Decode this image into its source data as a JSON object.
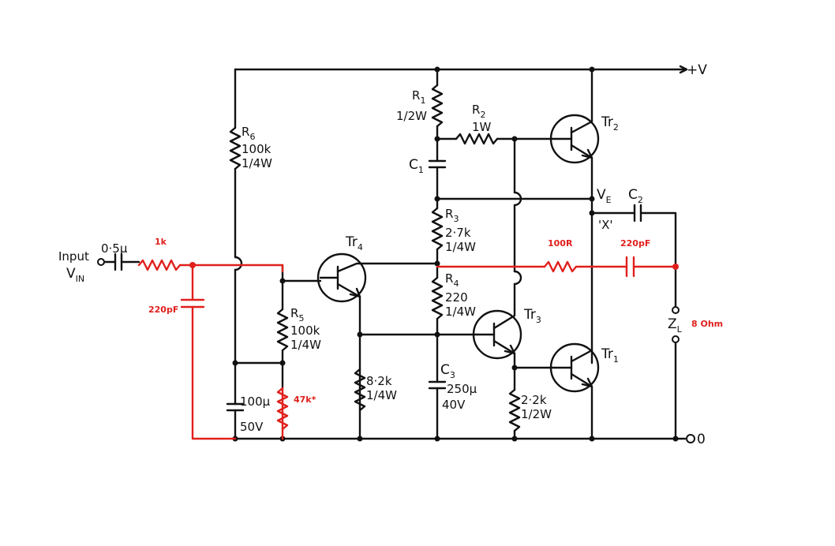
{
  "supply_label": "+V",
  "ground_label": "0",
  "input": {
    "label_line1": "Input",
    "label_line2": "V",
    "label_sub": "IN",
    "cap": "0·5µ"
  },
  "r1": {
    "name": "R",
    "sub": "1",
    "power": "1/2W"
  },
  "r2": {
    "name": "R",
    "sub": "2",
    "power": "1W"
  },
  "r3": {
    "name": "R",
    "sub": "3",
    "value": "2·7k",
    "power": "1/4W"
  },
  "r4": {
    "name": "R",
    "sub": "4",
    "value": "220",
    "power": "1/4W"
  },
  "r5": {
    "name": "R",
    "sub": "5",
    "value": "100k",
    "power": "1/4W"
  },
  "r6": {
    "name": "R",
    "sub": "6",
    "value": "100k",
    "power": "1/4W"
  },
  "c1": {
    "name": "C",
    "sub": "1"
  },
  "c2": {
    "name": "C",
    "sub": "2"
  },
  "c3": {
    "name": "C",
    "sub": "3",
    "value": "250µ",
    "voltage": "40V"
  },
  "c_bias": {
    "value": "100µ",
    "voltage": "50V"
  },
  "r_emitter4": {
    "value": "8·2k",
    "power": "1/4W"
  },
  "r_emitter3": {
    "value": "2·2k",
    "power": "1/2W"
  },
  "tr1": {
    "name": "Tr",
    "sub": "1"
  },
  "tr2": {
    "name": "Tr",
    "sub": "2"
  },
  "tr3": {
    "name": "Tr",
    "sub": "3"
  },
  "tr4": {
    "name": "Tr",
    "sub": "4"
  },
  "ve": {
    "name": "V",
    "sub": "E"
  },
  "x_node": "'X'",
  "load": {
    "name": "Z",
    "sub": "L"
  },
  "mods": {
    "r_in": "1k",
    "c_in": "220pF",
    "r_bias": "47k*",
    "r_fb": "100R",
    "c_fb": "220pF",
    "load": "8 Ohm"
  },
  "colors": {
    "ink": "#111111",
    "modification": "#e0201c"
  }
}
